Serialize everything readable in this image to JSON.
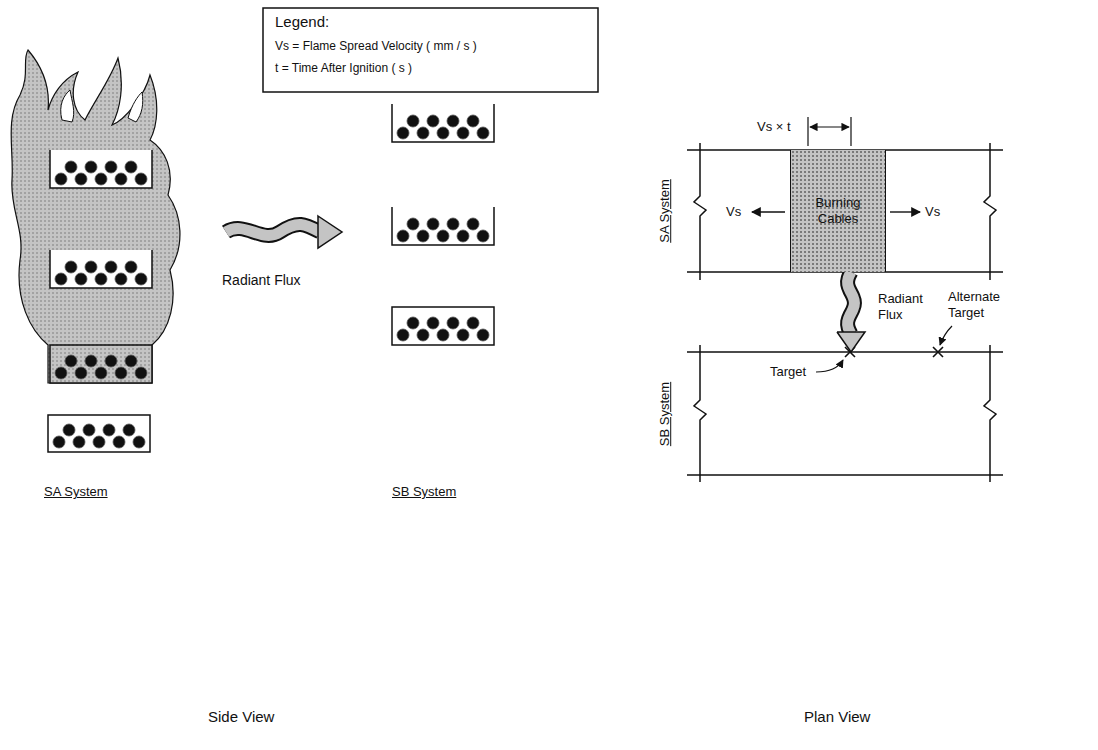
{
  "diagram": {
    "nodes": [
      {
        "text": [
          "SA System"
        ]
      },
      {
        "text": [
          "Burning Cables"
        ],
        "in": 0
      },
      {
        "text": [
          "SB System"
        ]
      }
    ],
    "edges": [
      {
        "from": 1,
        "to": 2,
        "arrow": "to",
        "label": "Radiant Flux"
      }
    ],
    "labels": [
      "Legend:",
      "Radiant Flux",
      "SA System",
      "SB System",
      "Side View",
      "Plan View",
      "Vs × t",
      "Vs",
      "Vs",
      "Target",
      "Alternate Target"
    ],
    "legend": [
      {
        "text": "Vs = Flame Spread Velocity ( mm / s )"
      },
      {
        "text": "t = Time After Ignition ( s )"
      }
    ]
  }
}
